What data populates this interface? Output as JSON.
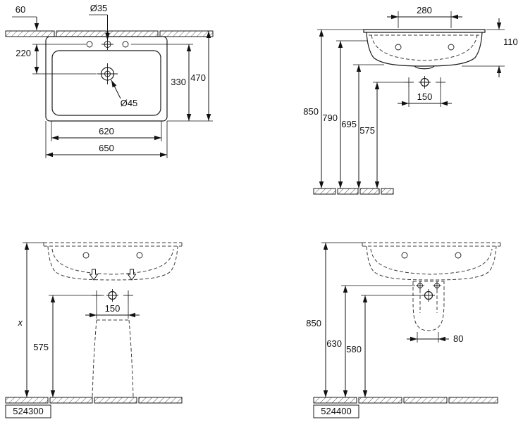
{
  "drawing": {
    "kind": "washbasin dimensional drawing"
  },
  "views": {
    "plan": {
      "dims": {
        "d60": "60",
        "d220": "220",
        "dia35": "Ø35",
        "dia45": "Ø45",
        "d330": "330",
        "d470": "470",
        "d620": "620",
        "d650": "650"
      }
    },
    "front": {
      "dims": {
        "d280": "280",
        "d110": "110",
        "d150": "150",
        "d850": "850",
        "d790": "790",
        "d695": "695",
        "d575": "575"
      }
    },
    "pedestal": {
      "code": "524300",
      "dims": {
        "dx": "x",
        "d575": "575",
        "d150": "150"
      }
    },
    "half_pedestal": {
      "code": "524400",
      "dims": {
        "d850": "850",
        "d630": "630",
        "d580": "580",
        "d80": "80"
      }
    }
  }
}
